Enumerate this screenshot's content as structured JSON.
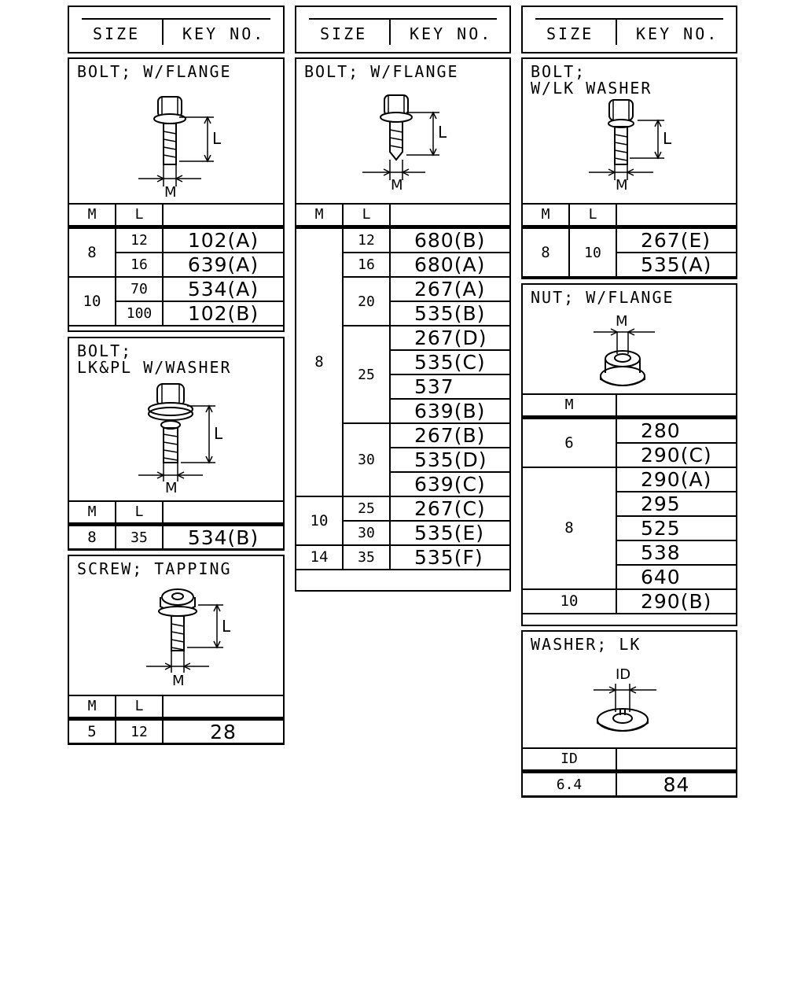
{
  "header": {
    "size_label": "SIZE",
    "key_label": "KEY NO."
  },
  "col": {
    "m": "M",
    "l": "L",
    "id": "ID"
  },
  "bolt_flange_a": {
    "title": "BOLT; W/FLANGE",
    "rows": [
      {
        "m": "8",
        "l": "12",
        "key": "102(A)"
      },
      {
        "l": "16",
        "key": "639(A)"
      },
      {
        "m": "10",
        "l": "70",
        "key": "534(A)"
      },
      {
        "l": "100",
        "key": "102(B)"
      }
    ]
  },
  "bolt_lkpl": {
    "title": "BOLT;\nLK&PL W/WASHER",
    "rows": [
      {
        "m": "8",
        "l": "35",
        "key": "534(B)"
      }
    ]
  },
  "screw_tapping": {
    "title": "SCREW; TAPPING",
    "rows": [
      {
        "m": "5",
        "l": "12",
        "key": "28"
      }
    ]
  },
  "bolt_flange_b": {
    "title": "BOLT; W/FLANGE",
    "m_groups": [
      "8",
      "10",
      "14"
    ],
    "l_groups": [
      "12",
      "16",
      "20",
      "25",
      "30",
      "25",
      "30",
      "35"
    ],
    "keys": [
      "680(B)",
      "680(A)",
      "267(A)",
      "535(B)",
      "267(D)",
      "535(C)",
      "537",
      "639(B)",
      "267(B)",
      "535(D)",
      "639(C)",
      "267(C)",
      "535(E)",
      "535(F)"
    ]
  },
  "bolt_lkwasher": {
    "title": "BOLT;\nW/LK WASHER",
    "m": "8",
    "l": "10",
    "keys": [
      "267(E)",
      "535(A)"
    ]
  },
  "nut_flange": {
    "title": "NUT; W/FLANGE",
    "m_groups": [
      "6",
      "8",
      "10"
    ],
    "keys": [
      "280",
      "290(C)",
      "290(A)",
      "295",
      "525",
      "538",
      "640",
      "290(B)"
    ]
  },
  "washer_lk": {
    "title": "WASHER; LK",
    "id": "6.4",
    "key": "84"
  },
  "dim_labels": {
    "l": "L",
    "m": "M",
    "id": "ID"
  }
}
